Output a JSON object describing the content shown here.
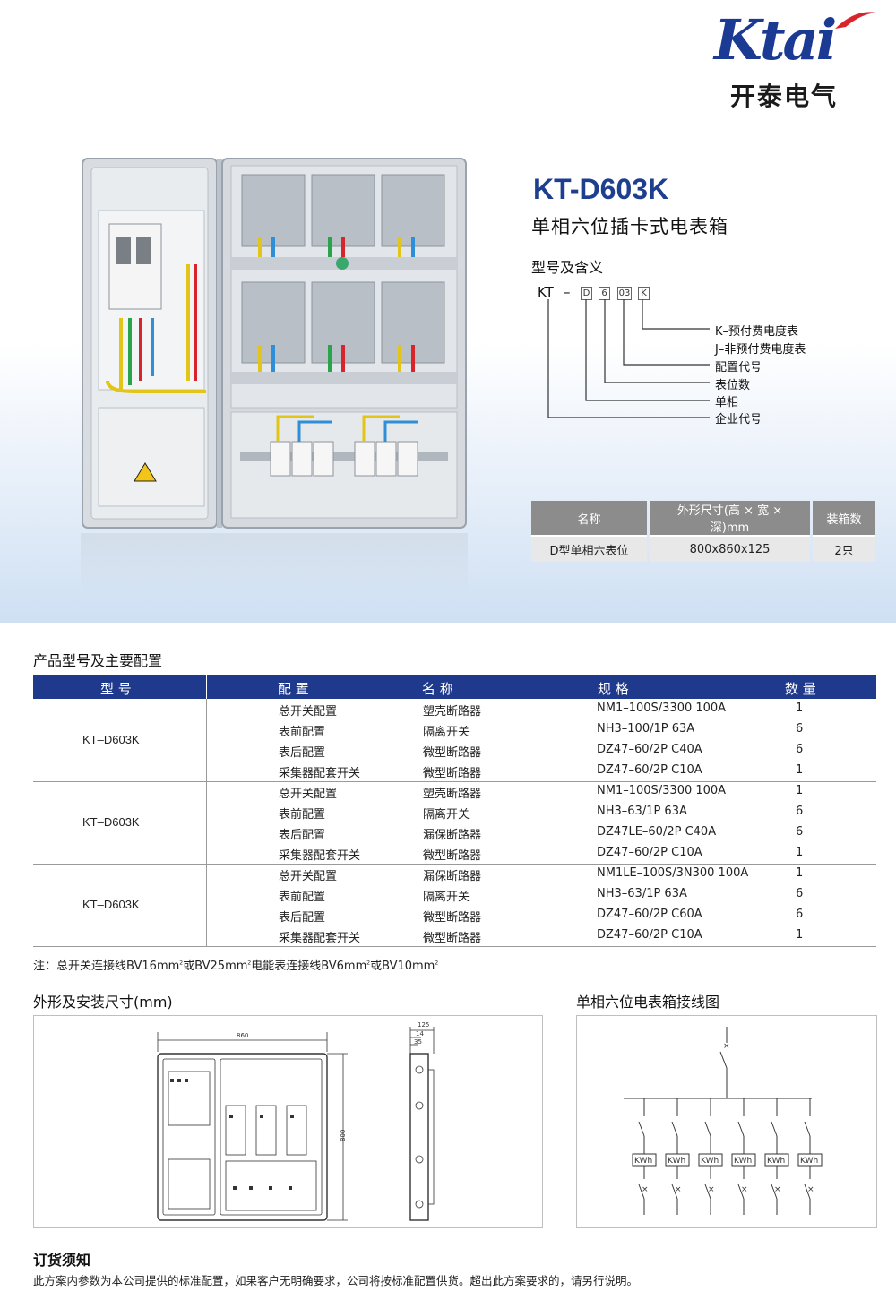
{
  "brand": {
    "name": "Ktai",
    "cn": "开泰电气",
    "color": "#1a3a94",
    "accent": "#d8252c"
  },
  "product": {
    "model": "KT-D603K",
    "subtitle": "单相六位插卡式电表箱",
    "meaning_title": "型号及含义",
    "code": {
      "prefix": "KT",
      "dash": "–",
      "parts": [
        "D",
        "6",
        "03",
        "K"
      ]
    },
    "legend": [
      "K–预付费电度表",
      "J–非预付费电度表",
      "配置代号",
      "表位数",
      "单相",
      "企业代号"
    ]
  },
  "spec_table": {
    "headers": [
      "名称",
      "外形尺寸(高 × 宽 × 深)mm",
      "装箱数"
    ],
    "row": [
      "D型单相六表位",
      "800x860x125",
      "2只"
    ]
  },
  "config": {
    "title": "产品型号及主要配置",
    "headers": [
      "型 号",
      "配 置",
      "名 称",
      "规 格",
      "数 量"
    ],
    "groups": [
      {
        "model": "KT–D603K",
        "rows": [
          [
            "总开关配置",
            "塑壳断路器",
            "NM1–100S/3300 100A",
            "1"
          ],
          [
            "表前配置",
            "隔离开关",
            "NH3–100/1P 63A",
            "6"
          ],
          [
            "表后配置",
            "微型断路器",
            "DZ47–60/2P  C40A",
            "6"
          ],
          [
            "采集器配套开关",
            "微型断路器",
            "DZ47–60/2P  C10A",
            "1"
          ]
        ]
      },
      {
        "model": "KT–D603K",
        "rows": [
          [
            "总开关配置",
            "塑壳断路器",
            "NM1–100S/3300 100A",
            "1"
          ],
          [
            "表前配置",
            "隔离开关",
            "NH3–63/1P 63A",
            "6"
          ],
          [
            "表后配置",
            "漏保断路器",
            "DZ47LE–60/2P  C40A",
            "6"
          ],
          [
            "采集器配套开关",
            "微型断路器",
            "DZ47–60/2P C10A",
            "1"
          ]
        ]
      },
      {
        "model": "KT–D603K",
        "rows": [
          [
            "总开关配置",
            "漏保断路器",
            "NM1LE–100S/3N300 100A",
            "1"
          ],
          [
            "表前配置",
            "隔离开关",
            "NH3–63/1P 63A",
            "6"
          ],
          [
            "表后配置",
            "微型断路器",
            "DZ47–60/2P  C60A",
            "6"
          ],
          [
            "采集器配套开关",
            "微型断路器",
            "DZ47–60/2P  C10A",
            "1"
          ]
        ]
      }
    ],
    "note": {
      "a": "注：总开关连接线BV16mm",
      "b": "或BV25mm",
      "c": "电能表连接线BV6mm",
      "d": "或BV10mm",
      "sup": "2"
    }
  },
  "dimensions": {
    "title": "外形及安装尺寸(mm)",
    "width": "860",
    "height": "800",
    "depth": "125",
    "d1": "14",
    "d2": "35"
  },
  "wiring": {
    "title": "单相六位电表箱接线图",
    "meter_label": "KWh",
    "meter_count": 6
  },
  "order": {
    "title": "订货须知",
    "text": "此方案内参数为本公司提供的标准配置，如果客户无明确要求，公司将按标准配置供货。超出此方案要求的，请另行说明。"
  }
}
